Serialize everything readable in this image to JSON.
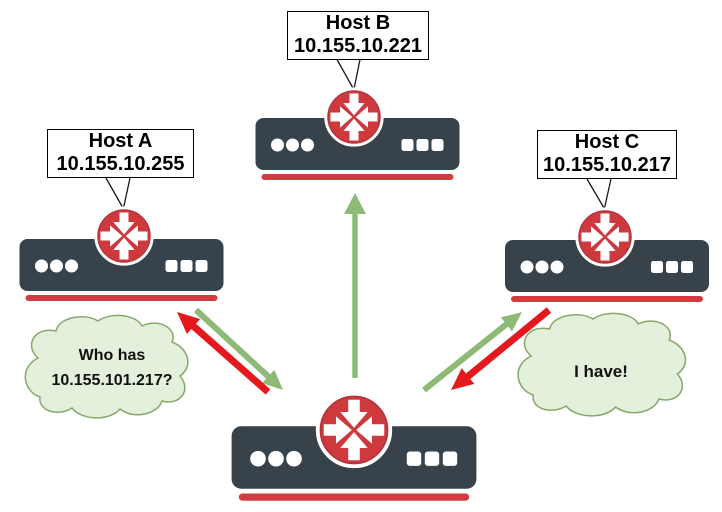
{
  "hosts": [
    {
      "name": "Host A",
      "ip": "10.155.10.255"
    },
    {
      "name": "Host B",
      "ip": "10.155.10.221"
    },
    {
      "name": "Host C",
      "ip": "10.155.10.217"
    }
  ],
  "speech": {
    "question_line1": "Who has",
    "question_line2": "10.155.101.217?",
    "answer": "I have!"
  },
  "icons": {
    "router_icon": "four-arrows-inward-router",
    "device": "network-switch-chassis"
  },
  "colors": {
    "device_body": "#37424B",
    "router_icon_red": "#CE393E",
    "underline_red": "#D23B40",
    "arrow_green": "#8EBA78",
    "arrow_red": "#E3191D",
    "question_cloud_fill": "#E3F0DC",
    "question_cloud_stroke": "#88A76B",
    "answer_cloud_fill": "#F5C9C9",
    "answer_cloud_stroke": "#9A4545"
  }
}
